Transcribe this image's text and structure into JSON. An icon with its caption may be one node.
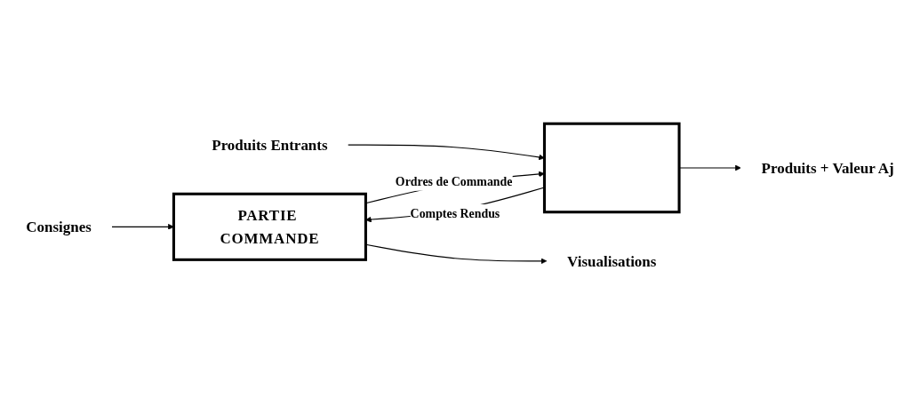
{
  "diagram": {
    "nodes": [
      {
        "text": [
          "Consignes"
        ]
      },
      {
        "text": [
          "Produits Entrants"
        ]
      },
      {
        "text": [
          "PARTIE COMMANDE"
        ]
      },
      {
        "text": [],
        "shape": "box"
      },
      {
        "text": [
          "Visualisations"
        ]
      },
      {
        "text": [
          "Produits + Valeur Aj"
        ]
      }
    ],
    "edges": [
      {
        "from": 0,
        "to": 2,
        "arrow": "to"
      },
      {
        "from": 1,
        "to": 3,
        "arrow": "to"
      },
      {
        "from": 2,
        "to": 3,
        "label": "Ordres de Commande",
        "arrow": "to"
      },
      {
        "from": 3,
        "to": 2,
        "label": "Comptes Rendus",
        "arrow": "to"
      },
      {
        "from": 2,
        "to": 4,
        "arrow": "to"
      },
      {
        "from": 3,
        "to": 5,
        "arrow": "to"
      }
    ]
  }
}
